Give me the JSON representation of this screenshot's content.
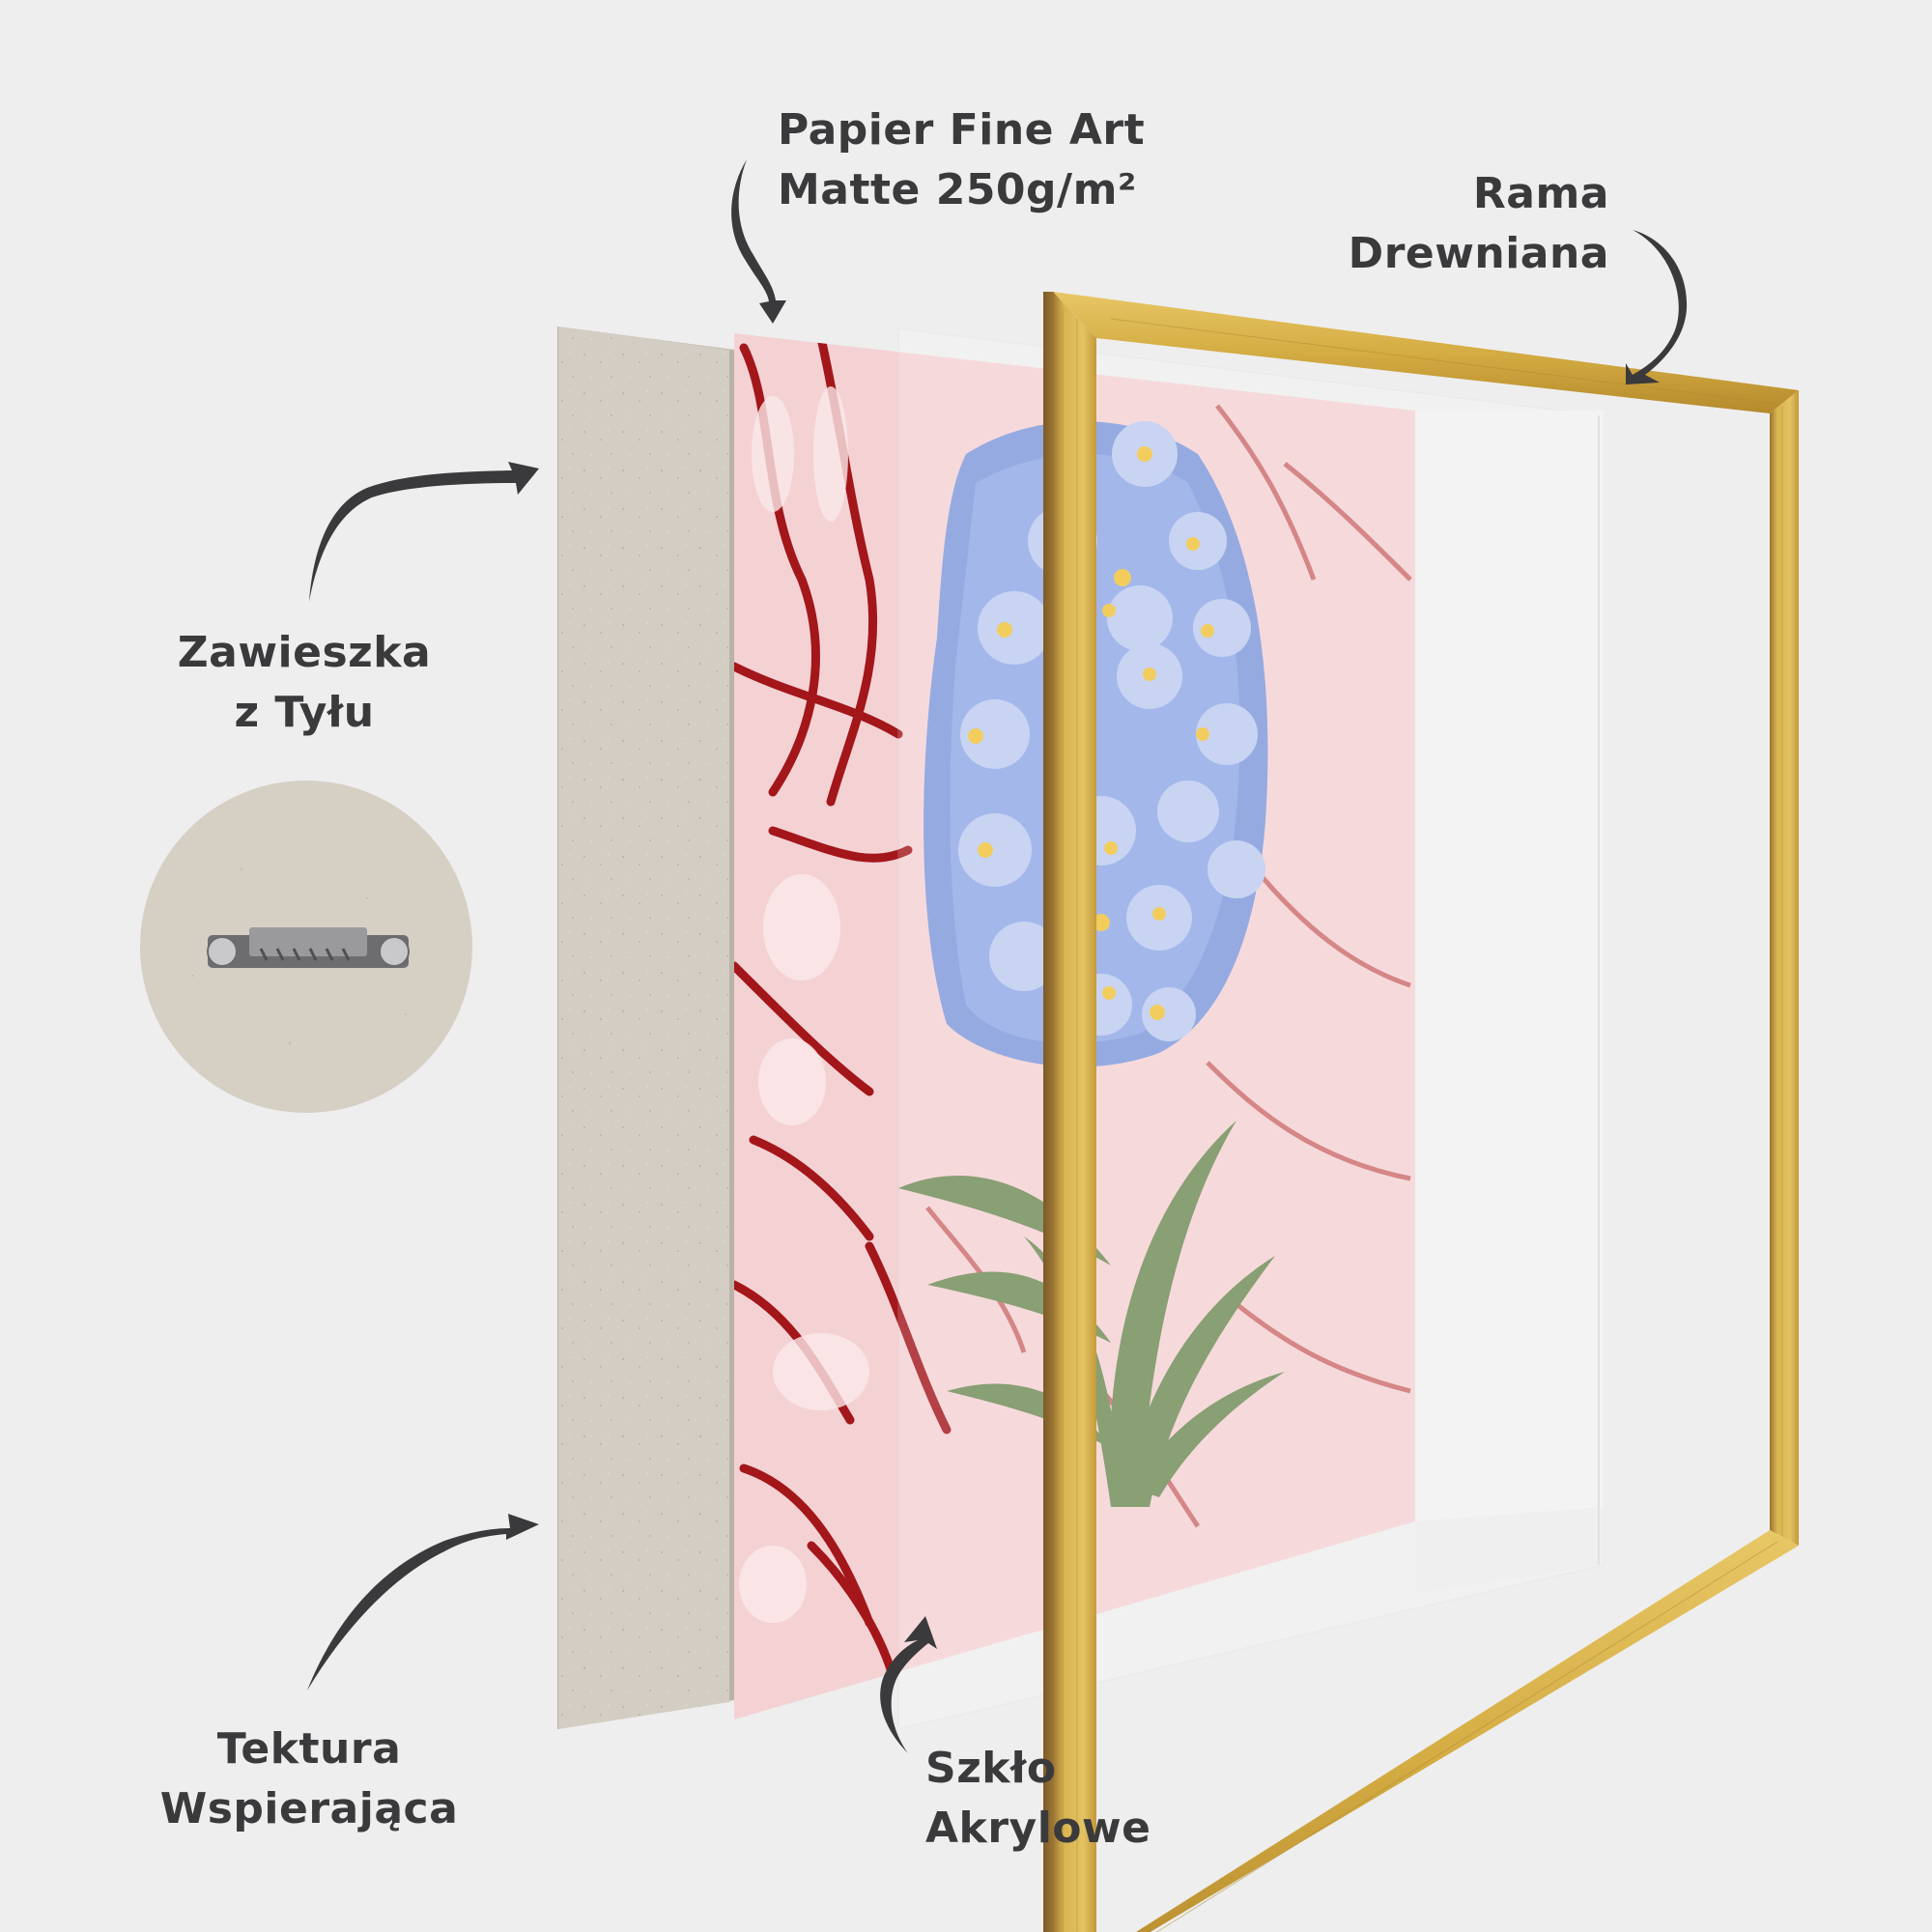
{
  "labels": {
    "paper": {
      "line1": "Papier Fine Art",
      "line2": "Matte 250g/m²"
    },
    "frame": {
      "line1": "Rama",
      "line2": "Drewniana"
    },
    "hanger": {
      "line1": "Zawieszka",
      "line2": "z Tyłu"
    },
    "backing": {
      "line1": "Tektura",
      "line2": "Wspierająca"
    },
    "glass": {
      "line1": "Szkło",
      "line2": "Akrylowe"
    }
  },
  "layers": [
    {
      "id": "backing-board",
      "name": "Tektura Wspierająca",
      "color": "#d3cdc3"
    },
    {
      "id": "art-print",
      "name": "Papier Fine Art Matte 250g/m²",
      "colors": {
        "marble_pink": "#f2c6c9",
        "marble_red": "#9e1a1a",
        "flower_blue": "#8aa3e0",
        "flower_petal": "#bccbf0",
        "flower_center": "#f0c23a",
        "leaf_green": "#6f8a55"
      }
    },
    {
      "id": "acrylic-glass",
      "name": "Szkło Akrylowe",
      "color": "#f5f5f5"
    },
    {
      "id": "wooden-frame",
      "name": "Rama Drewniana",
      "color": "#d6b04a"
    }
  ],
  "inset": {
    "name": "sawtooth-hanger",
    "board_color": "#d6cfc4",
    "metal_color": "#8a8a8c"
  },
  "colors": {
    "background": "#eeeeee",
    "text": "#3a3a3c",
    "arrow": "#3a3a3c"
  }
}
